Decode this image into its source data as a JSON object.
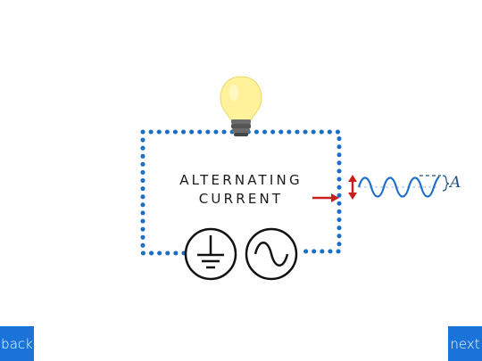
{
  "diagram": {
    "title_line1": "ALTERNATING",
    "title_line2": "CURRENT",
    "amplitude_label": "A",
    "components": {
      "bulb": "light-bulb-icon",
      "ground": "ground-symbol-icon",
      "ac_source": "ac-source-icon"
    },
    "colors": {
      "wire_dots": "#1a6fc4",
      "wave": "#1f6fc9",
      "arrow": "#c81e1e",
      "bulb_glass": "#fff29a",
      "bulb_base": "#666666"
    }
  },
  "navigation": {
    "back_label": "back",
    "next_label": "next",
    "button_color": "#1a73d9"
  }
}
